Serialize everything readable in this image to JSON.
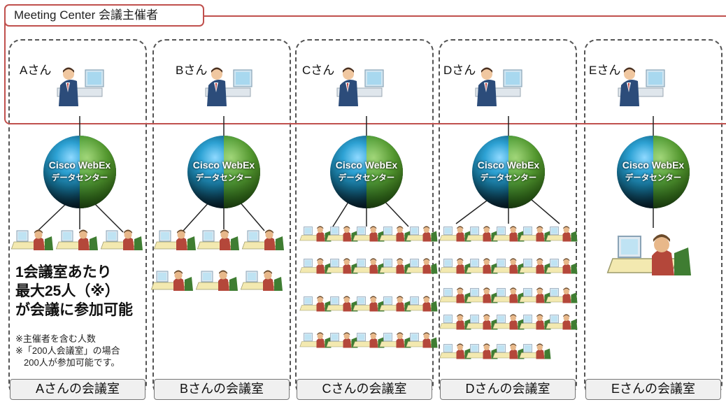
{
  "organizer": {
    "label": "Meeting Center 会議主催者"
  },
  "hub": {
    "line1": "Cisco WebEx",
    "line2": "データセンター"
  },
  "rooms": [
    {
      "person": "Aさん",
      "room": "Aさんの会議室"
    },
    {
      "person": "Bさん",
      "room": "Bさんの会議室"
    },
    {
      "person": "Cさん",
      "room": "Cさんの会議室"
    },
    {
      "person": "Dさん",
      "room": "Dさんの会議室"
    },
    {
      "person": "Eさん",
      "room": "Eさんの会議室"
    }
  ],
  "notes": {
    "main_line1": "1会議室あたり",
    "main_line2": "最大25人（※）",
    "main_line3": "が会議に参加可能",
    "sub_line1": "※主催者を含む人数",
    "sub_line2": "※「200人会議室」の場合",
    "sub_line3": "200人が参加可能です。"
  },
  "colors": {
    "organizer_border": "#c0504d",
    "room_border": "#555555"
  }
}
